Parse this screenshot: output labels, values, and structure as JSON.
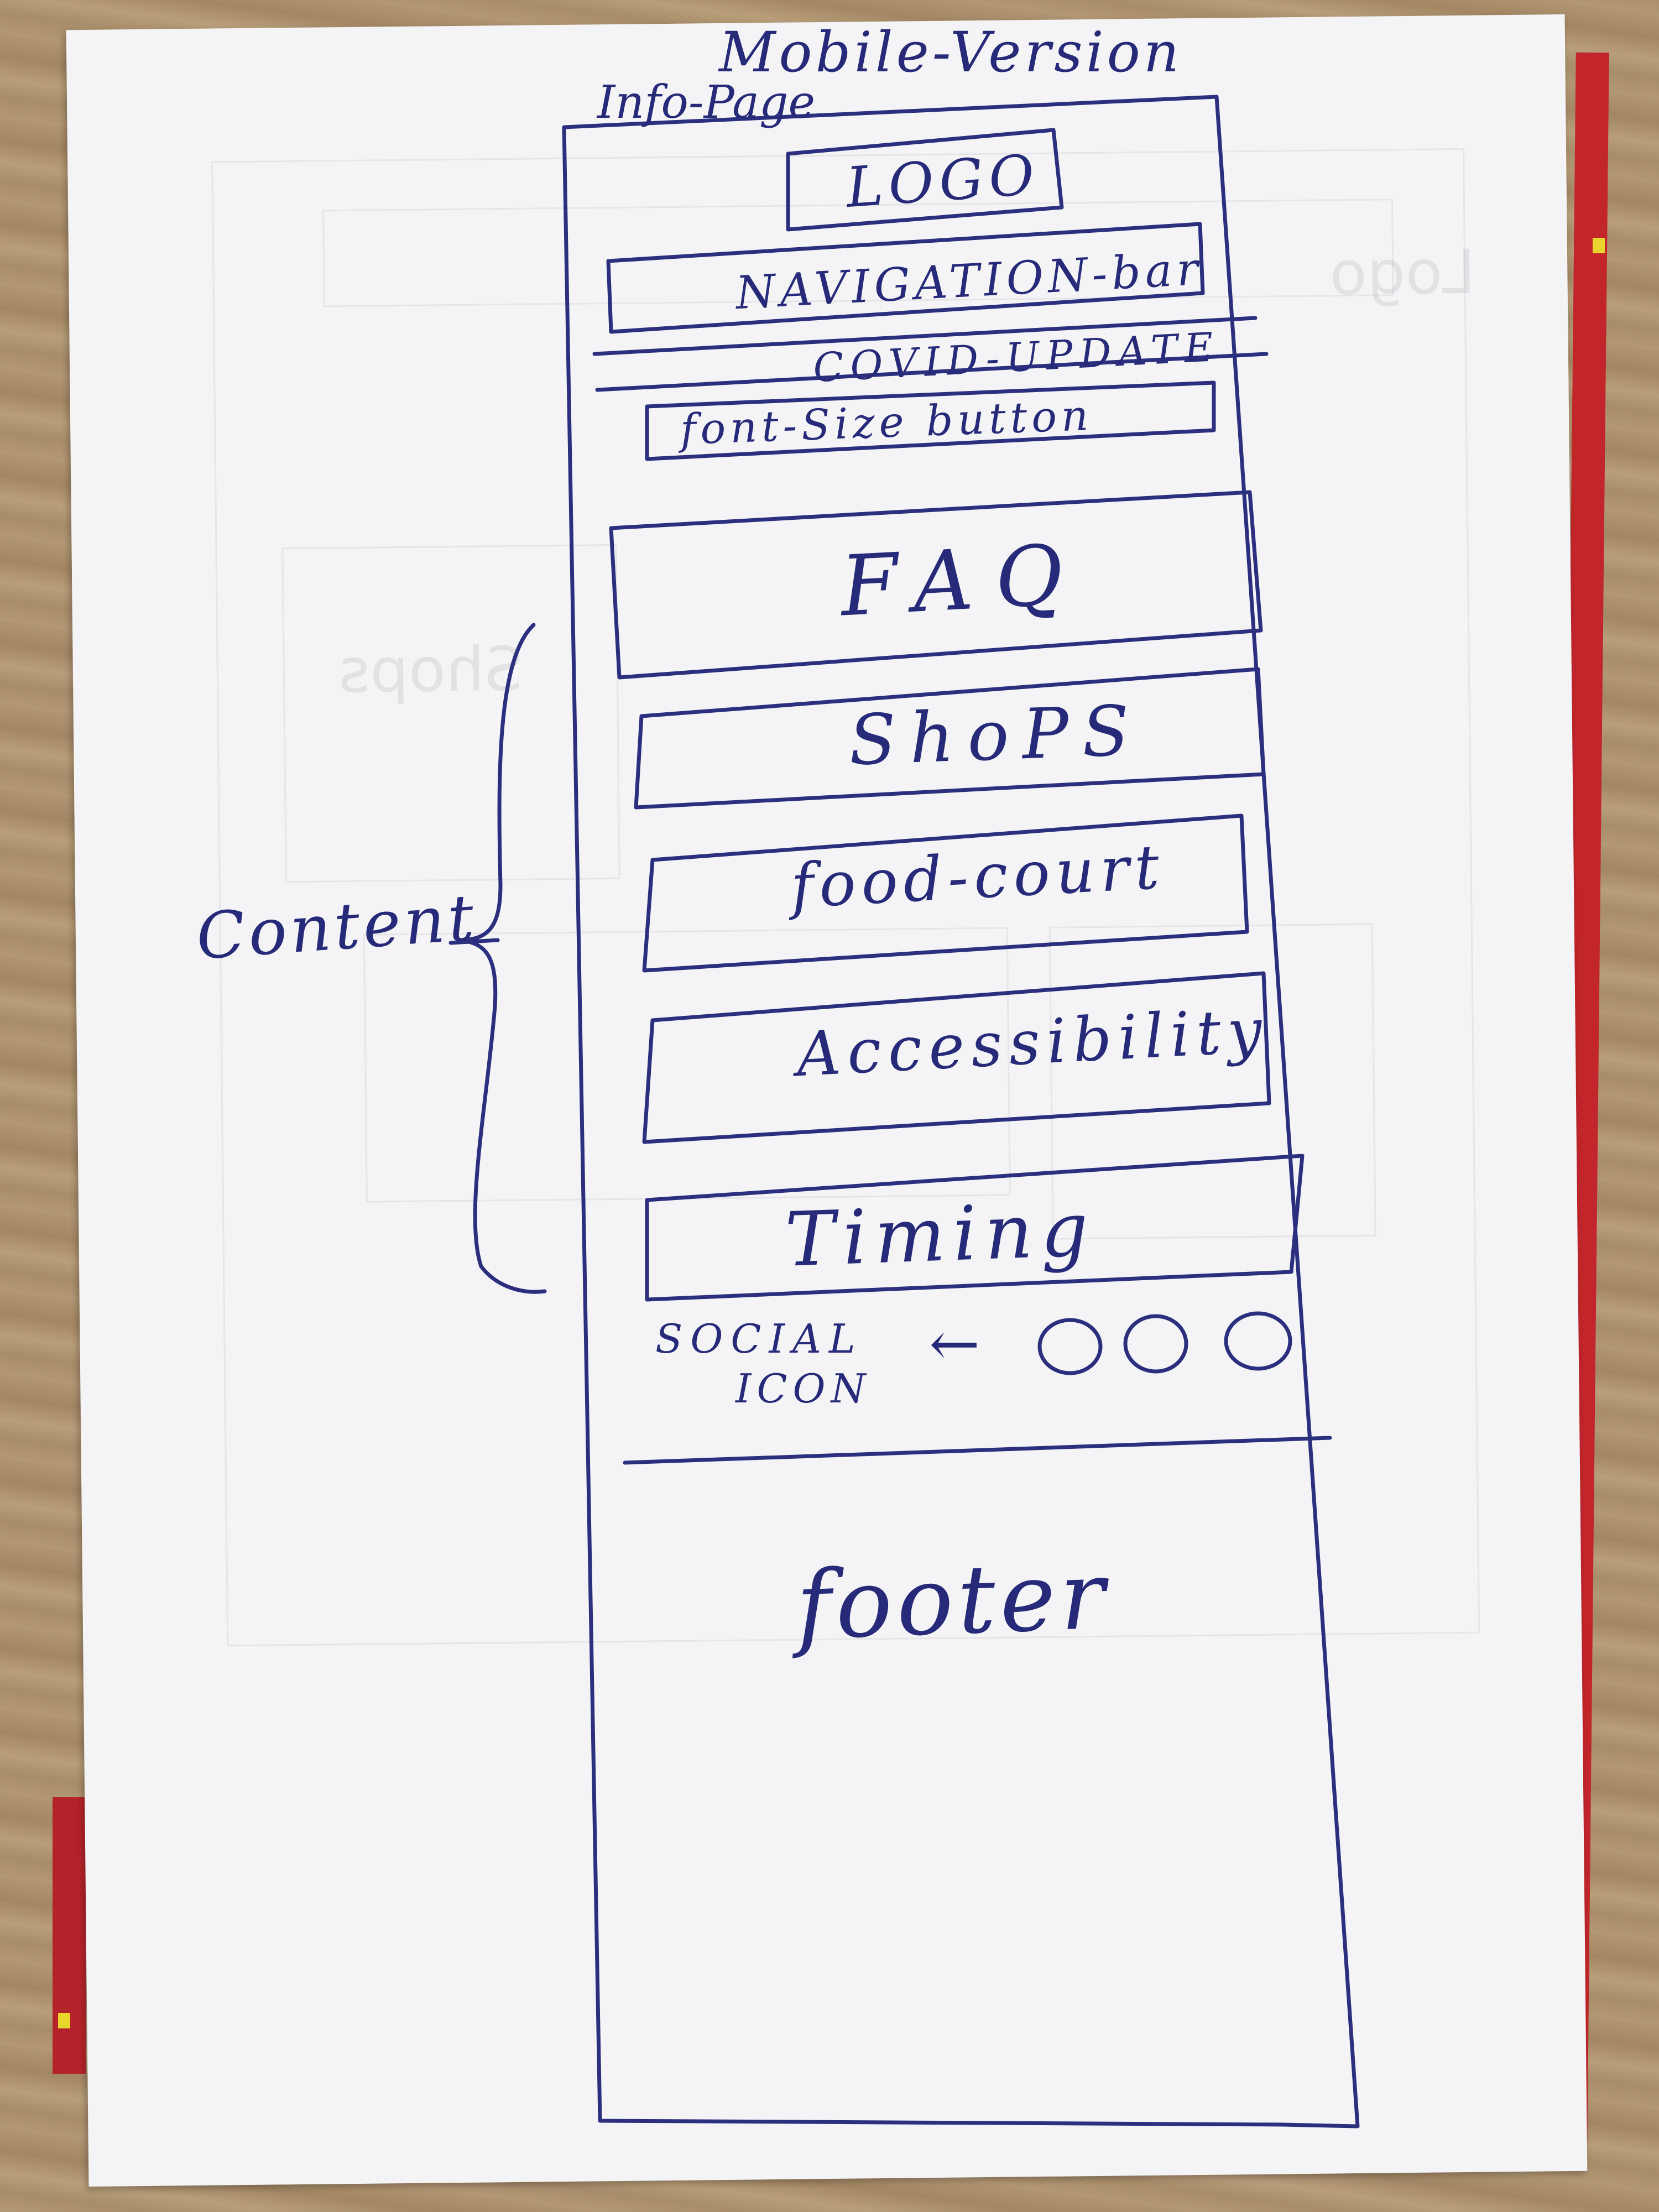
{
  "heading": {
    "mobile_version": "Mobile-Version",
    "info_page": "Info-Page"
  },
  "blocks": {
    "logo": "LOGO",
    "navigation": "NAVIGATION-bar",
    "covid": "COVID-UPDATE",
    "font_size": "font-Size button",
    "faq": "FAQ",
    "shops": "ShoPS",
    "food_court": "food-court",
    "accessibility": "Accessibility",
    "timing": "Timing"
  },
  "annotations": {
    "content": "Content",
    "social_line1": "SOCIAL",
    "social_line2": "ICON",
    "arrow": "←",
    "social_icon_count": 3
  },
  "footer": {
    "label": "footer"
  },
  "colors": {
    "ink": "#2b2f7e",
    "paper": "#f4f4f6"
  }
}
